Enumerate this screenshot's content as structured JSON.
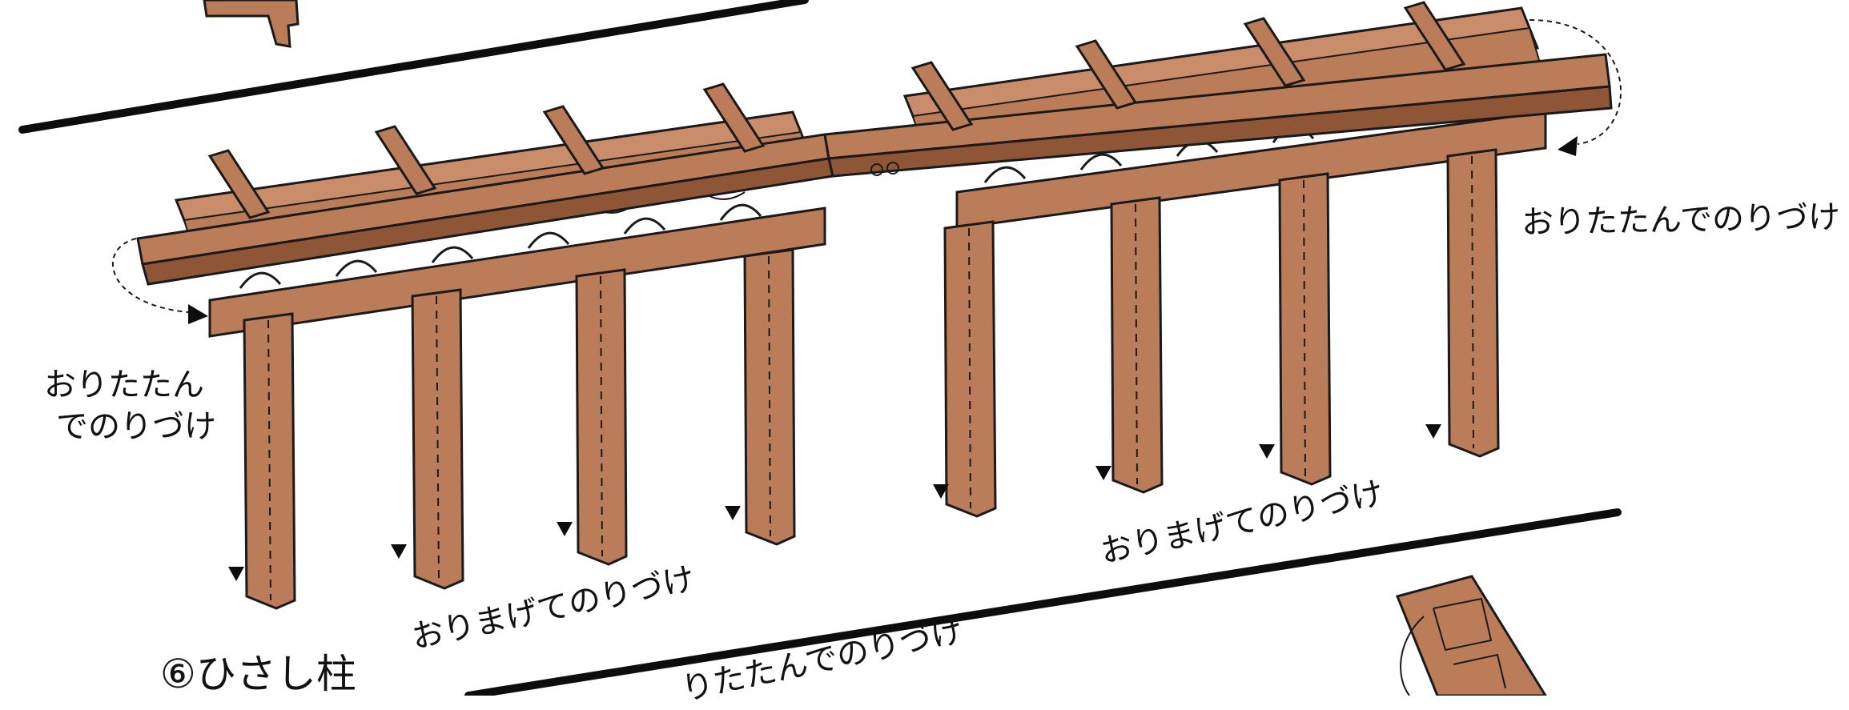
{
  "colors": {
    "wood": "#bb7c5a",
    "wood_dark": "#8f5537",
    "wood_light": "#c98d6b",
    "line": "#1a1a1a",
    "background": "#ffffff"
  },
  "labels": {
    "fold_glue_right": "おりたたんでのりづけ",
    "fold_glue_left_line1": "おりたたん",
    "fold_glue_left_line2": "でのりづけ",
    "bend_glue_right": "おりまげてのりづけ",
    "bend_glue_left": "おりまげてのりづけ",
    "part_title": "⑥ひさし柱",
    "cut_off_text": "りたたんでのりづけ"
  }
}
